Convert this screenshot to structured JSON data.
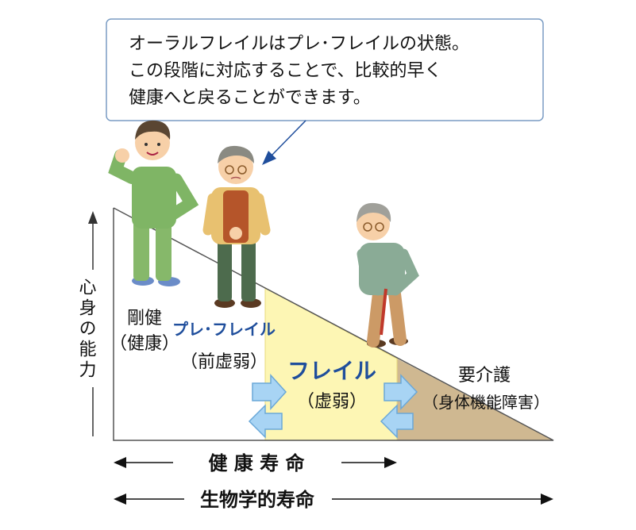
{
  "callout": {
    "lines": [
      "オーラルフレイルはプレ･フレイルの状態。",
      "この段階に対応することで、比較的早く",
      "健康へと戻ることができます。"
    ]
  },
  "axis": {
    "vertical_label": "心身の能力"
  },
  "stages": {
    "robust": {
      "line1": "剛健",
      "line2": "（健康）"
    },
    "prefrail": {
      "line1": "プレ･フレイル",
      "line2": "（前虚弱）"
    },
    "frail": {
      "line1": "フレイル",
      "line2": "（虚弱）"
    },
    "care": {
      "line1": "要介護",
      "line2": "（身体機能障害）"
    }
  },
  "lifespan": {
    "healthy": "健 康 寿 命",
    "biological": "生物学的寿命"
  },
  "colors": {
    "frail_zone": "#fdf6b4",
    "care_zone": "#cfb891",
    "prefrail_text": "#1f4e9c",
    "frail_text": "#1f4e9c",
    "arrow_fill": "#a8d4f4",
    "arrow_stroke": "#6aa8d8",
    "callout_pointer": "#1f4e9c"
  }
}
